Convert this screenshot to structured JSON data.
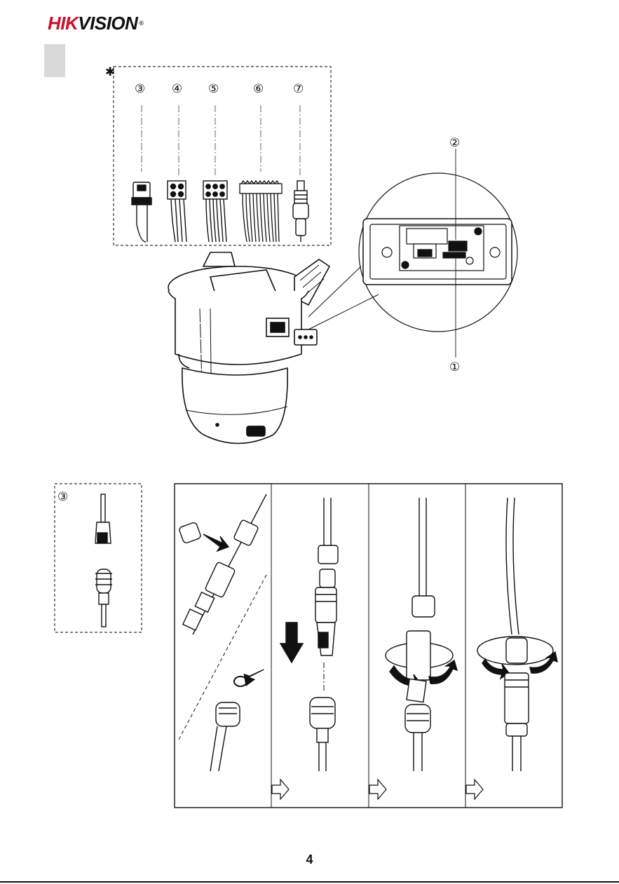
{
  "header": {
    "logo_primary": "HIK",
    "logo_secondary": "VISION",
    "logo_mark": "®"
  },
  "diagram": {
    "optional_mark": "✱",
    "cable_callouts": [
      "③",
      "④",
      "⑤",
      "⑥",
      "⑦"
    ],
    "detail_callouts": [
      "②",
      "①"
    ],
    "waterproof_callout": "③"
  },
  "footer": {
    "page_number": "4"
  }
}
